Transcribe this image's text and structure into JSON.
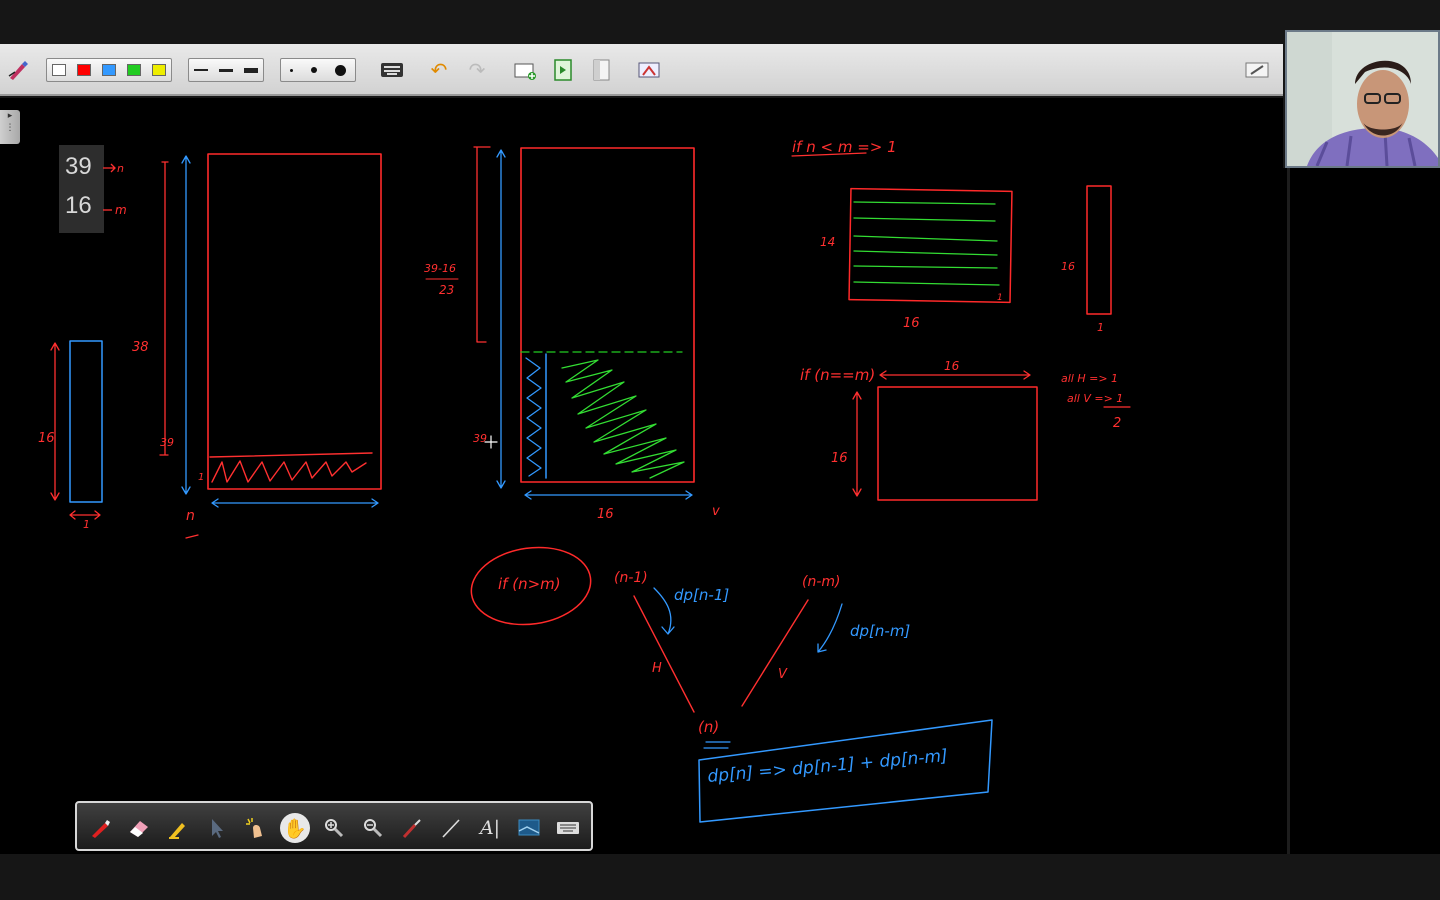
{
  "toolbar": {
    "colors": [
      "#ffffff",
      "#ff0000",
      "#3399ff",
      "#22cc22",
      "#eeee00"
    ],
    "icons": [
      "pen-settings-icon",
      "keyboard-icon",
      "undo-icon",
      "redo-icon",
      "add-page-icon",
      "next-page-icon",
      "page-icon",
      "screenshot-icon",
      "minimize-icon"
    ]
  },
  "sticker": {
    "n_value": "39",
    "m_value": "16"
  },
  "whiteboard": {
    "label_n": "n",
    "label_m": "m",
    "label_16_left": "16",
    "label_1_left": "1",
    "label_38": "38",
    "label_39_a": "39",
    "label_1_a": "1",
    "label_n_bottom": "n",
    "label_39_16": "39-16",
    "label_23": "23",
    "label_39_b": "39",
    "label_16_b": "16",
    "label_v": "v",
    "cond_less": "if n < m  => 1",
    "label_14": "14",
    "label_16_c": "16",
    "label_1_c": "1",
    "label_16_d": "16",
    "label_1_d": "1",
    "cond_equal": "if (n==m)",
    "label_16_e": "16",
    "label_16_f": "16",
    "all_h": "all H => 1",
    "all_v": "all V => 1",
    "label_2": "2",
    "cond_greater": "if (n>m)",
    "node_n1": "(n-1)",
    "node_nm": "(n-m)",
    "dp_n1": "dp[n-1]",
    "dp_nm": "dp[n-m]",
    "edge_h": "H",
    "edge_v": "V",
    "node_n": "(n)",
    "recurrence": "dp[n] => dp[n-1] + dp[n-m]"
  },
  "tools_panel": {
    "icons": [
      "pen-icon",
      "eraser-icon",
      "highlighter-icon",
      "pointer-icon",
      "laser-icon",
      "hand-icon",
      "zoom-in-icon",
      "zoom-out-icon",
      "brush-icon",
      "line-icon",
      "text-icon",
      "background-icon",
      "keyboard-icon"
    ],
    "text_tool_label": "A|"
  }
}
